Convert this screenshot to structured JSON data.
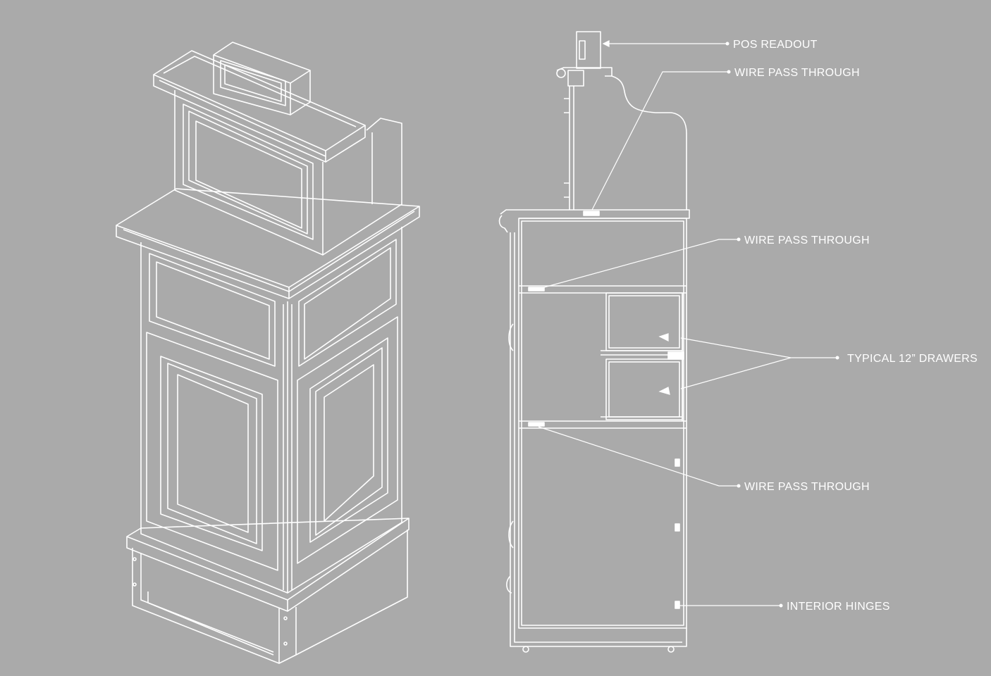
{
  "colors": {
    "background": "#aaaaaa",
    "line": "#ffffff"
  },
  "callouts": {
    "pos_readout": "POS  READOUT",
    "wire_pass_top": "WIRE PASS THROUGH",
    "wire_pass_middle": "WIRE PASS THROUGH",
    "drawers": "TYPICAL 12” DRAWERS",
    "wire_pass_bottom": "WIRE PASS THROUGH",
    "interior_hinges": "INTERIOR HINGES"
  }
}
